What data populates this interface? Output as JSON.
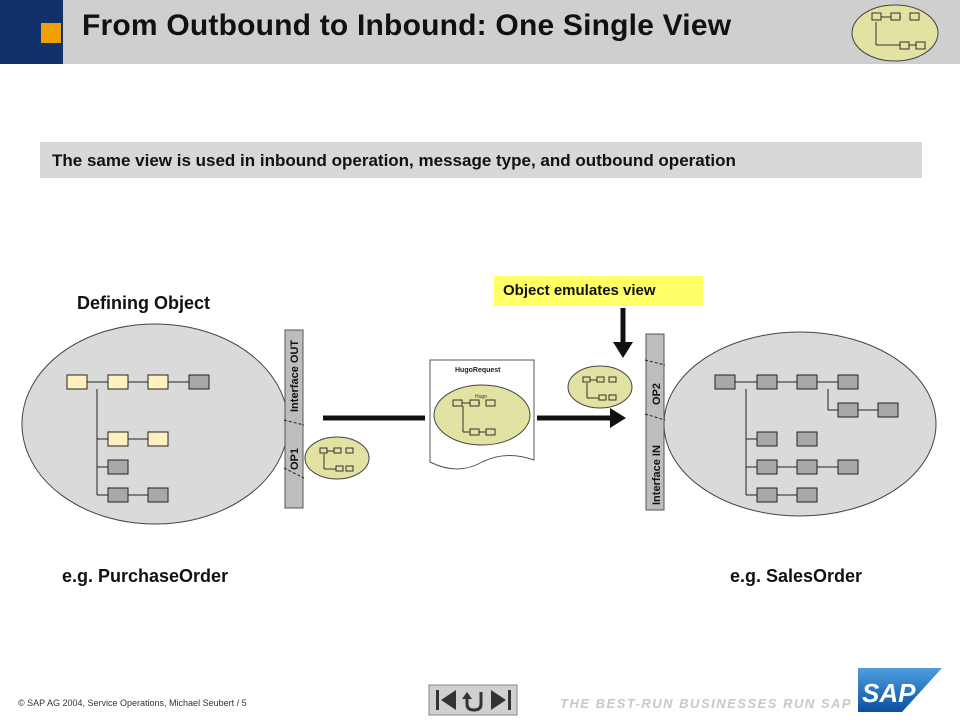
{
  "header": {
    "title": "From Outbound to Inbound: One Single View"
  },
  "subtitle": "The same view is used in inbound operation, message type, and outbound operation",
  "diagram": {
    "defining_object_label": "Defining Object",
    "emulates_label": "Object emulates view",
    "interface_out_label": "Interface OUT",
    "op1_label": "OP1",
    "interface_in_label": "Interface IN",
    "op2_label": "OP2",
    "message_title": "HugoRequest",
    "message_inner_label": "Hugo",
    "left_example": "e.g. PurchaseOrder",
    "right_example": "e.g. SalesOrder"
  },
  "colors": {
    "header_blue": "#12306a",
    "header_orange": "#f0a000",
    "highlight_yellow": "#ffff66",
    "view_green": "#e2e2a2",
    "node_yellow": "#fff0c0",
    "node_gray": "#a8a8a8"
  },
  "footer": {
    "copyright": "  SAP AG 2004, Service Operations, Michael Seubert / 5",
    "tagline": "THE BEST-RUN BUSINESSES RUN SAP",
    "logo_text": "SAP"
  },
  "icons": [
    "tree-view-icon",
    "nav-first-icon",
    "nav-return-icon",
    "nav-last-icon",
    "sap-logo",
    "copyright-icon"
  ]
}
